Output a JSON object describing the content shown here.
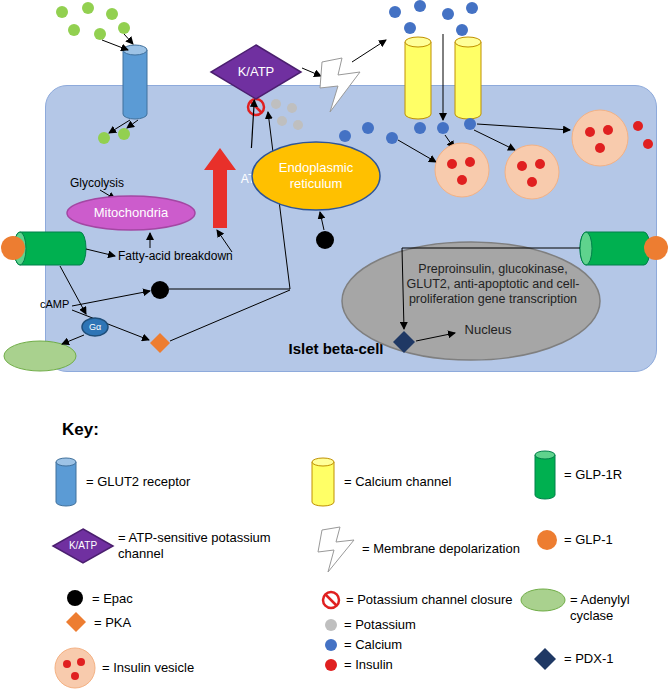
{
  "diagram": {
    "nodes": [
      {
        "text": [
          "K/ATP"
        ]
      },
      {
        "text": [
          "Islet beta-cell"
        ]
      },
      {
        "text": [
          "Mitochondria"
        ],
        "in": 1
      },
      {
        "text": [
          "ATP/ADP"
        ],
        "in": 1
      },
      {
        "text": [
          "Endoplasmic reticulum"
        ],
        "in": 1
      },
      {
        "text": [
          "Gα"
        ],
        "in": 1
      },
      {
        "text": [
          "Preproinsulin, glucokinase, GLUT2, anti-apoptotic and cell-proliferation gene transcription",
          "Nucleus"
        ],
        "in": 1
      },
      {
        "text": [
          "K/ATP"
        ]
      }
    ],
    "edges": [
      {
        "from": 3,
        "to": 0,
        "arrow": "to"
      }
    ],
    "labels": [
      "Glycolysis",
      "Fatty-acid breakdown",
      "cAMP",
      "Key:"
    ],
    "legend": [
      {
        "text": "= GLUT2 receptor"
      },
      {
        "text": "= ATP-sensitive potassium channel"
      },
      {
        "text": "= Epac",
        "color": "#000000"
      },
      {
        "text": "= PKA"
      },
      {
        "text": "= Insulin vesicle"
      },
      {
        "text": "= Calcium channel"
      },
      {
        "text": "= Membrane depolarization"
      },
      {
        "text": "= Potassium channel closure"
      },
      {
        "text": "= Potassium",
        "color": "#bfbfbf"
      },
      {
        "text": "= Calcium",
        "color": "#4472c4"
      },
      {
        "text": "= Insulin",
        "color": "#e02020"
      },
      {
        "text": "= GLP-1R"
      },
      {
        "text": "= GLP-1",
        "color": "#ed7d31"
      },
      {
        "text": "= Adenylyl cyclase"
      },
      {
        "text": "= PDX-1"
      }
    ]
  }
}
